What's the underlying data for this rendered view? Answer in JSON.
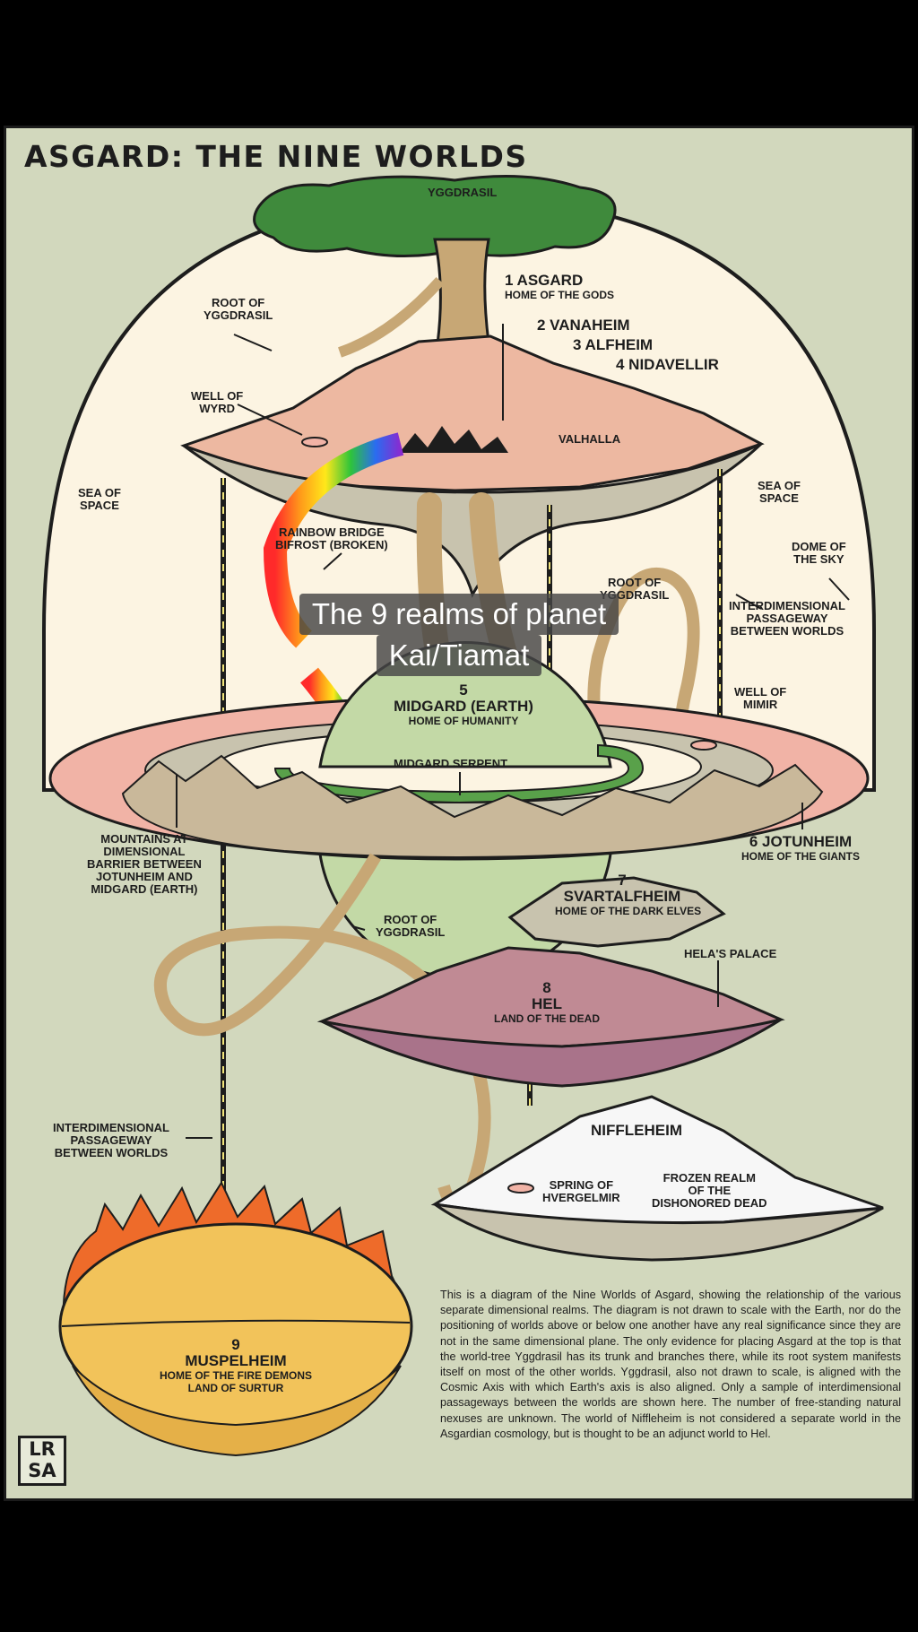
{
  "title": "ASGARD: THE NINE WORLDS",
  "overlay": {
    "line1": "The 9 realms of planet",
    "line2": "Kai/Tiamat"
  },
  "labels": {
    "yggdrasil": "YGGDRASIL",
    "root_top_1": "ROOT OF",
    "root_top_2": "YGGDRASIL",
    "asgard": "1 ASGARD",
    "asgard_sub": "HOME OF THE GODS",
    "vanaheim": "2 VANAHEIM",
    "alfheim": "3 ALFHEIM",
    "nidavellir": "4 NIDAVELLIR",
    "well_wyrd_1": "WELL OF",
    "well_wyrd_2": "WYRD",
    "valhalla": "VALHALLA",
    "sea_left_1": "SEA OF",
    "sea_left_2": "SPACE",
    "sea_right_1": "SEA OF",
    "sea_right_2": "SPACE",
    "rainbow_1": "RAINBOW BRIDGE",
    "rainbow_2": "BIFROST (BROKEN)",
    "dome_1": "DOME OF",
    "dome_2": "THE SKY",
    "root_mid_1": "ROOT OF",
    "root_mid_2": "YGGDRASIL",
    "passage_right_1": "INTERDIMENSIONAL",
    "passage_right_2": "PASSAGEWAY",
    "passage_right_3": "BETWEEN WORLDS",
    "midgard_num": "5",
    "midgard": "MIDGARD (EARTH)",
    "midgard_sub": "HOME OF HUMANITY",
    "well_mimir_1": "WELL OF",
    "well_mimir_2": "MIMIR",
    "serpent": "MIDGARD SERPENT",
    "mountains_1": "MOUNTAINS AT",
    "mountains_2": "DIMENSIONAL",
    "mountains_3": "BARRIER BETWEEN",
    "mountains_4": "JOTUNHEIM AND",
    "mountains_5": "MIDGARD (EARTH)",
    "jotunheim": "6 JOTUNHEIM",
    "jotunheim_sub": "HOME OF THE GIANTS",
    "svart_num": "7",
    "svart": "SVARTALFHEIM",
    "svart_sub": "HOME OF THE DARK ELVES",
    "root_low_1": "ROOT OF",
    "root_low_2": "YGGDRASIL",
    "helas_palace": "HELA'S PALACE",
    "hel_num": "8",
    "hel": "HEL",
    "hel_sub": "LAND OF THE DEAD",
    "passage_left_1": "INTERDIMENSIONAL",
    "passage_left_2": "PASSAGEWAY",
    "passage_left_3": "BETWEEN WORLDS",
    "niffleheim": "NIFFLEHEIM",
    "spring_1": "SPRING OF",
    "spring_2": "HVERGELMIR",
    "frozen_1": "FROZEN REALM",
    "frozen_2": "OF THE",
    "frozen_3": "DISHONORED DEAD",
    "musp_num": "9",
    "muspelheim": "MUSPELHEIM",
    "musp_sub1": "HOME OF THE FIRE DEMONS",
    "musp_sub2": "LAND OF SURTUR"
  },
  "caption": "This is a diagram of the Nine Worlds of Asgard, showing the relationship of the various separate dimensional realms. The diagram is not drawn to scale with the Earth, nor do the positioning of worlds above or below one another have any real significance since they are not in the same dimensional plane. The only evidence for placing Asgard at the top is that the world-tree Yggdrasil has its trunk and branches there, while its root system manifests itself on most of the other worlds. Yggdrasil, also not drawn to scale, is aligned with the Cosmic Axis with which Earth's axis is also aligned. Only a sample of interdimensional passageways between the worlds are shown here. The number of free-standing natural nexuses are unknown. The world of Niffleheim is not considered a separate world in the Asgardian cosmology, but is thought to be an adjunct world to Hel.",
  "logo": {
    "line1": "LR",
    "line2": "SA"
  },
  "colors": {
    "background": "#d2d8bd",
    "dome": "#fcf4e2",
    "tree": "#3f8a3c",
    "trunk": "#c7a775",
    "earth": "#c3d9a6",
    "disc": "#f1b3a6",
    "hel": "#c08a94",
    "ice": "#f7f7f7",
    "fire": "#f2c35a",
    "ink": "#1d1d1d"
  }
}
